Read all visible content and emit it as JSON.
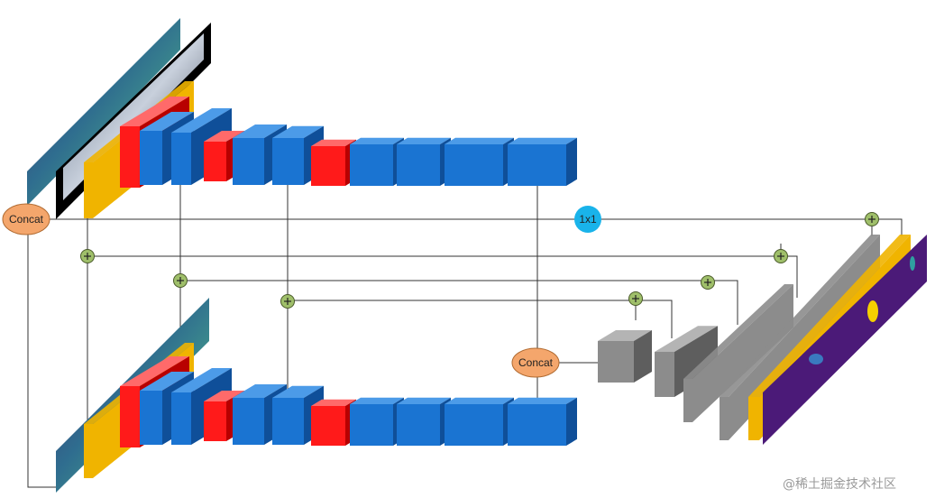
{
  "labels": {
    "concat_left": "Concat",
    "concat_mid": "Concat",
    "conv1x1": "1x1",
    "watermark": "@稀土掘金技术社区"
  },
  "colors": {
    "blue": "#1a74d2",
    "blue_side": "#0f4f99",
    "blue_top": "#4c9be8",
    "red": "#ff1a1a",
    "red_side": "#b80000",
    "red_top": "#ff6a6a",
    "yellow": "#f0b400",
    "gray": "#8c8c8c",
    "gray_side": "#5e5e5e",
    "gray_top": "#b4b4b4",
    "concat_fill": "#f4a66c",
    "conv_fill": "#19b3ea",
    "add_fill": "#9fbf6a",
    "line": "#333333",
    "purple": "#4b1a78"
  },
  "icons": {
    "add_node": "plus-circle-icon"
  }
}
